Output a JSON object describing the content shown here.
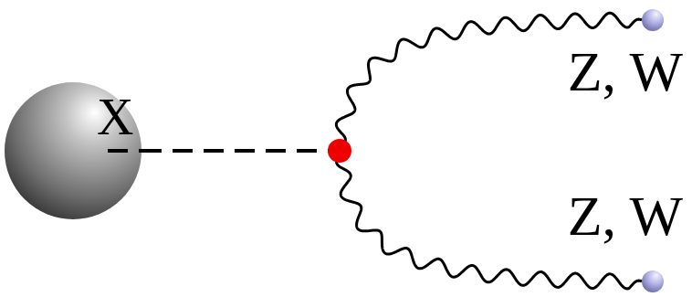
{
  "diagram": {
    "nodes": [
      {
        "text": [
          "X"
        ]
      },
      {
        "text": [
          "Z, W"
        ]
      },
      {
        "text": [
          "Z, W"
        ]
      }
    ],
    "edges": [
      {
        "from": 0,
        "to": 1,
        "arrow": "none"
      },
      {
        "from": 0,
        "to": 2,
        "arrow": "none"
      }
    ]
  }
}
